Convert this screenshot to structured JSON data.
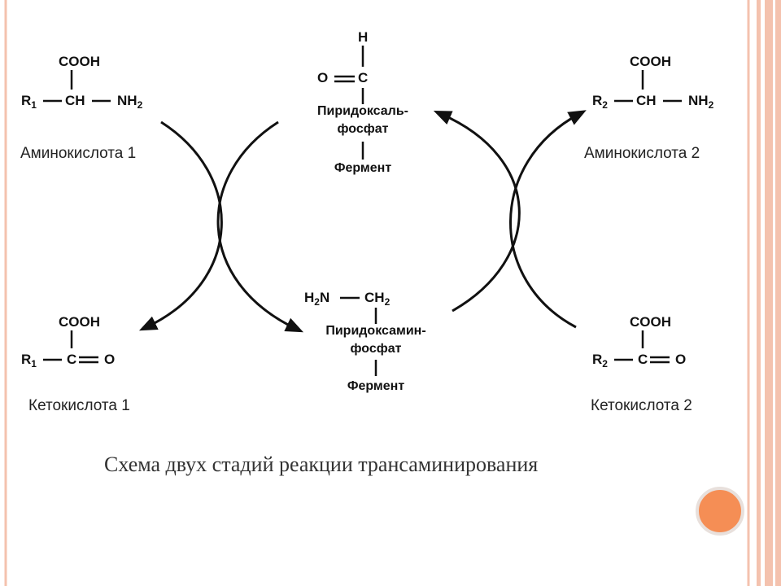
{
  "colors": {
    "frame": "#f4c2ae",
    "accent_circle": "#f58e55",
    "ink": "#111111"
  },
  "aa1": {
    "top": "COOH",
    "r": "R",
    "r_sub": "1",
    "ch": "CH",
    "nh": "NH",
    "nh_sub": "2",
    "name": "Аминокислота 1"
  },
  "aa2": {
    "top": "COOH",
    "r": "R",
    "r_sub": "2",
    "ch": "CH",
    "nh": "NH",
    "nh_sub": "2",
    "name": "Аминокислота 2"
  },
  "ka1": {
    "top": "COOH",
    "r": "R",
    "r_sub": "1",
    "c": "C",
    "o": "O",
    "name": "Кетокислота 1"
  },
  "ka2": {
    "top": "COOH",
    "r": "R",
    "r_sub": "2",
    "c": "C",
    "o": "O",
    "name": "Кетокислота 2"
  },
  "plp": {
    "h": "H",
    "o": "O",
    "c": "C",
    "line1": "Пиридоксаль-",
    "line2": "фосфат",
    "enzyme": "Фермент"
  },
  "pmp": {
    "h2n": "H",
    "h2n_sub": "2",
    "n": "N",
    "ch": "CH",
    "ch_sub": "2",
    "line1": "Пиридоксамин-",
    "line2": "фосфат",
    "enzyme": "Фермент"
  },
  "caption": "Схема двух стадий реакции трансаминирования"
}
